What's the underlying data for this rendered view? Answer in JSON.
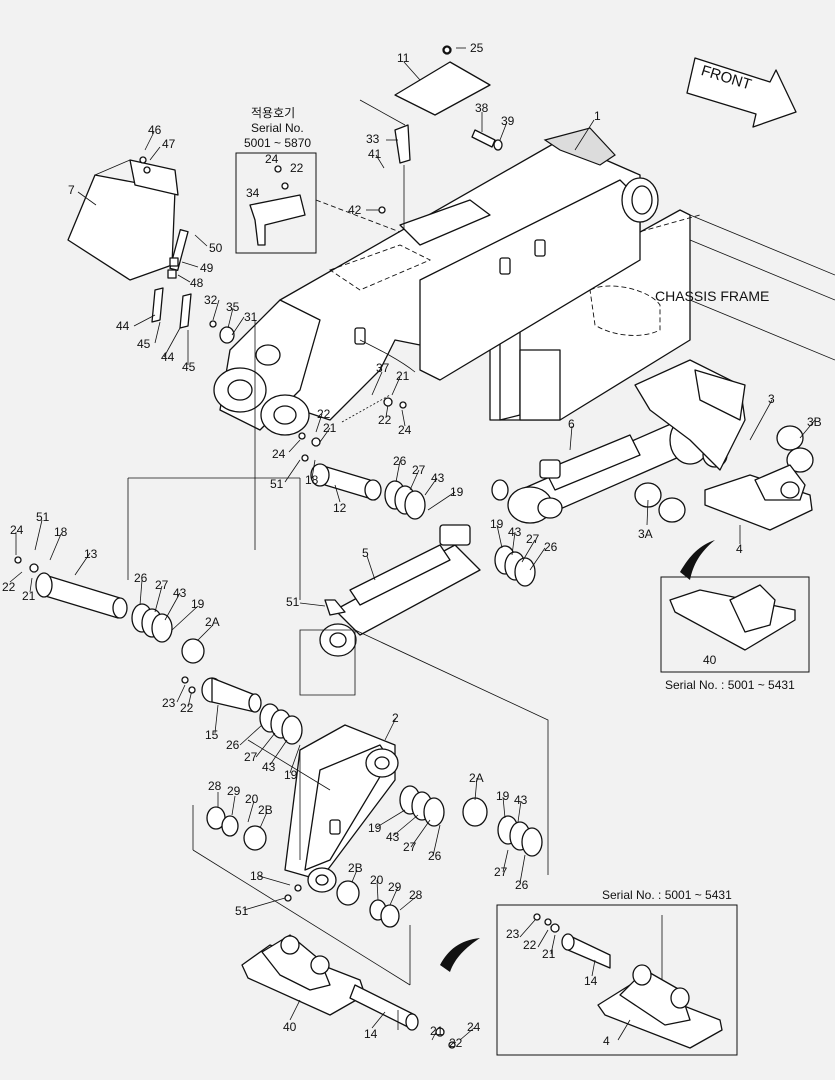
{
  "diagram": {
    "front_label": "FRONT",
    "chassis_frame_label": "CHASSIS FRAME",
    "korean_note": "적용호기",
    "serial_top_line1": "Serial No.",
    "serial_top_line2": "5001 ~ 5870",
    "serial_right": "Serial No. : 5001 ~ 5431",
    "serial_bottom": "Serial No. : 5001 ~ 5431"
  },
  "callouts": [
    "25",
    "11",
    "1",
    "38",
    "39",
    "33",
    "41",
    "42",
    "46",
    "47",
    "7",
    "50",
    "49",
    "48",
    "24",
    "22",
    "34",
    "32",
    "35",
    "31",
    "44",
    "45",
    "44",
    "45",
    "37",
    "21",
    "22",
    "24",
    "22",
    "21",
    "24",
    "51",
    "18",
    "12",
    "26",
    "27",
    "43",
    "19",
    "3",
    "3B",
    "6",
    "3A",
    "4",
    "5",
    "19",
    "43",
    "27",
    "26",
    "24",
    "51",
    "18",
    "22",
    "21",
    "13",
    "26",
    "27",
    "43",
    "19",
    "51",
    "2A",
    "23",
    "22",
    "15",
    "26",
    "27",
    "43",
    "19",
    "2",
    "2A",
    "19",
    "43",
    "19",
    "43",
    "27",
    "26",
    "27",
    "26",
    "28",
    "29",
    "20",
    "2B",
    "18",
    "51",
    "2B",
    "20",
    "29",
    "28",
    "40",
    "14",
    "21",
    "22",
    "24",
    "40",
    "23",
    "22",
    "21",
    "14",
    "4"
  ]
}
